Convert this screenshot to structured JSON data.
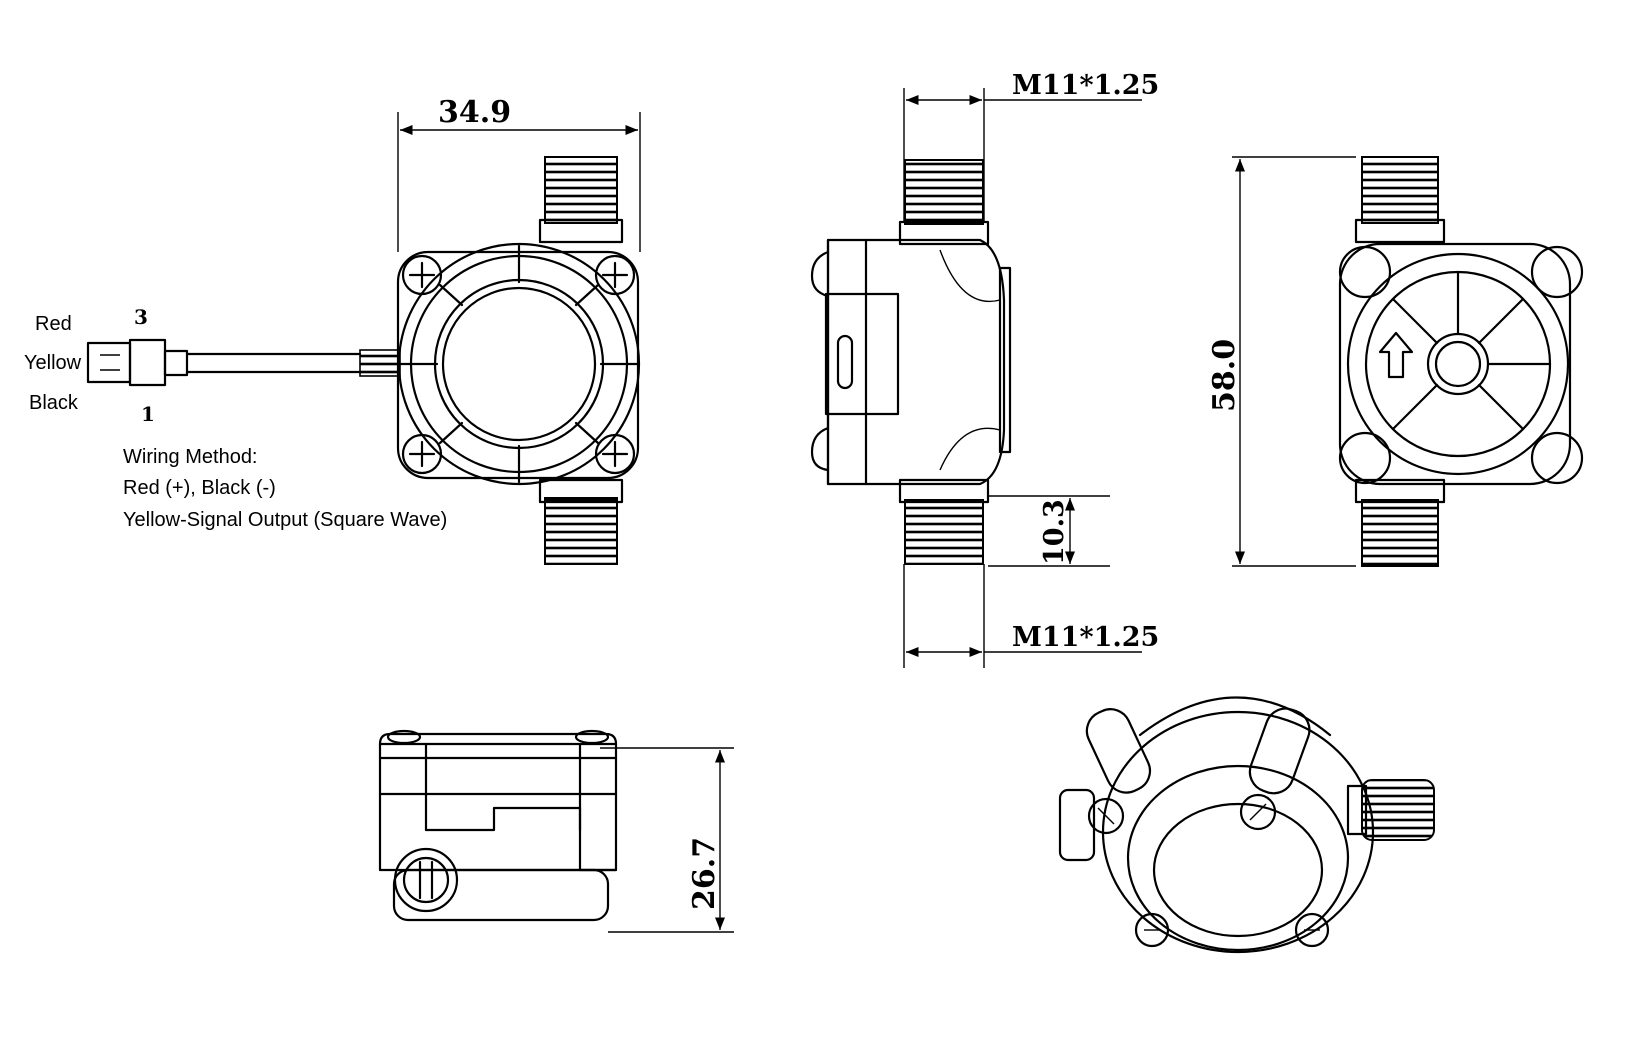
{
  "wiring": {
    "labels": {
      "red": "Red",
      "yellow": "Yellow",
      "black": "Black"
    },
    "pin_top": "3",
    "pin_bottom": "1",
    "method_title": "Wiring Method:",
    "method_power": "Red (+), Black (-)",
    "method_signal": "Yellow-Signal Output (Square Wave)"
  },
  "dimensions": {
    "width": "34.9",
    "thread_top": "M11*1.25",
    "thread_bottom": "M11*1.25",
    "thread_length": "10.3",
    "height": "58.0",
    "depth": "26.7"
  }
}
